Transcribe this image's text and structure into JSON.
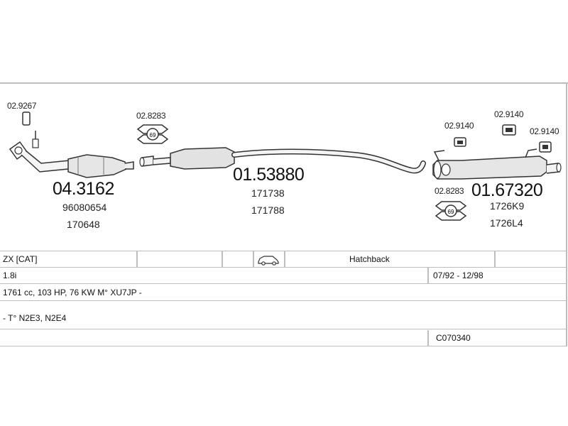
{
  "parts": {
    "catalyst": {
      "number": "04.3162",
      "refs": [
        "96080654",
        "170648"
      ]
    },
    "middle_silencer": {
      "number": "01.53880",
      "refs": [
        "171738",
        "171788"
      ]
    },
    "rear_silencer": {
      "number": "01.67320",
      "refs": [
        "1726K9",
        "1726L4"
      ]
    },
    "small_parts": {
      "sensor_part": "02.9267",
      "clamp_front": "02.8283",
      "clamp_rear": "02.8283",
      "hanger_left": "02.9140",
      "hanger_middle": "02.9140",
      "hanger_right": "02.9140"
    },
    "clamp_badge": "69"
  },
  "vehicle": {
    "model": "ZX  [CAT]",
    "body_type": "Hatchback",
    "engine": "1.8i",
    "production": "07/92 - 12/98",
    "specs": "1761 cc, 103 HP, 76 KW M° XU7JP -",
    "types": "- T° N2E3, N2E4",
    "code": "C070340"
  }
}
